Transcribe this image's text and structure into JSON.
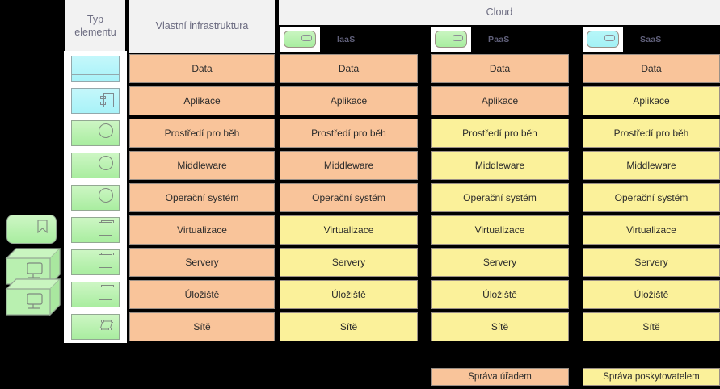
{
  "headers": {
    "element_type": "Typ elementu",
    "own_infrastructure": "Vlastní infrastruktura",
    "cloud": "Cloud"
  },
  "columns": [
    {
      "key": "own",
      "label": "",
      "toggle_icon": ""
    },
    {
      "key": "iaas",
      "label": "IaaS",
      "toggle_icon": "node-icon-green"
    },
    {
      "key": "paas",
      "label": "PaaS",
      "toggle_icon": "node-icon-green"
    },
    {
      "key": "saas",
      "label": "SaaS",
      "toggle_icon": "node-icon-cyan"
    }
  ],
  "rows": [
    {
      "label": "Data",
      "icon": "data-object-icon",
      "icon_color": "cyan",
      "own": "orange",
      "iaas": "orange",
      "paas": "orange",
      "saas": "orange"
    },
    {
      "label": "Aplikace",
      "icon": "application-component-icon",
      "icon_color": "cyan",
      "own": "orange",
      "iaas": "orange",
      "paas": "orange",
      "saas": "yellow"
    },
    {
      "label": "Prostředí pro běh",
      "icon": "system-software-icon",
      "icon_color": "green",
      "own": "orange",
      "iaas": "orange",
      "paas": "yellow",
      "saas": "yellow"
    },
    {
      "label": "Middleware",
      "icon": "system-software-icon",
      "icon_color": "green",
      "own": "orange",
      "iaas": "orange",
      "paas": "yellow",
      "saas": "yellow"
    },
    {
      "label": "Operační systém",
      "icon": "system-software-icon",
      "icon_color": "green",
      "own": "orange",
      "iaas": "orange",
      "paas": "yellow",
      "saas": "yellow"
    },
    {
      "label": "Virtualizace",
      "icon": "node-icon",
      "icon_color": "green",
      "own": "orange",
      "iaas": "yellow",
      "paas": "yellow",
      "saas": "yellow"
    },
    {
      "label": "Servery",
      "icon": "node-icon",
      "icon_color": "green",
      "own": "orange",
      "iaas": "yellow",
      "paas": "yellow",
      "saas": "yellow"
    },
    {
      "label": "Úložiště",
      "icon": "node-icon",
      "icon_color": "green",
      "own": "orange",
      "iaas": "yellow",
      "paas": "yellow",
      "saas": "yellow"
    },
    {
      "label": "Sítě",
      "icon": "communication-network-icon",
      "icon_color": "green",
      "own": "orange",
      "iaas": "yellow",
      "paas": "yellow",
      "saas": "yellow"
    }
  ],
  "side_figures": [
    {
      "name": "node-figure",
      "icon": "node-icon"
    },
    {
      "name": "device-figure",
      "icon": "device-icon"
    },
    {
      "name": "device-figure",
      "icon": "device-icon"
    }
  ],
  "legend": [
    {
      "label": "Správa úřadem",
      "color": "#f9c49a"
    },
    {
      "label": "Správa poskytovatelem",
      "color": "#fbf19a"
    }
  ],
  "colors": {
    "managed_by_office": "#f9c49a",
    "managed_by_provider": "#fbf19a",
    "header_bg": "#f2f2f2",
    "header_text": "#6b6b80",
    "green_node": "#a9eda0",
    "cyan_node": "#a8f2f8",
    "background": "#000000"
  }
}
